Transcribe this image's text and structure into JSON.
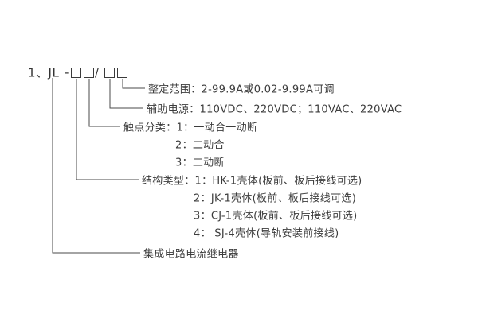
{
  "model": {
    "prefix": "1、JL",
    "dash": "-",
    "slash": "/"
  },
  "labels": {
    "setting_range": "整定范围：2-99.9A或0.02-9.99A可调",
    "aux_power": "辅助电源：110VDC、220VDC；110VAC、220VAC",
    "contact_class": "触点分类：1：一动合一动断",
    "contact_class_2": "2：二动合",
    "contact_class_3": "3：二动断",
    "structure_type": "结构类型：1：HK-1壳体(板前、板后接线可选)",
    "structure_type_2": "2：JK-1壳体(板前、板后接线可选)",
    "structure_type_3": "3：CJ-1壳体(板前、板后接线可选)",
    "structure_type_4": "4： SJ-4壳体(导轨安装前接线)",
    "product_name": "集成电路电流继电器"
  }
}
